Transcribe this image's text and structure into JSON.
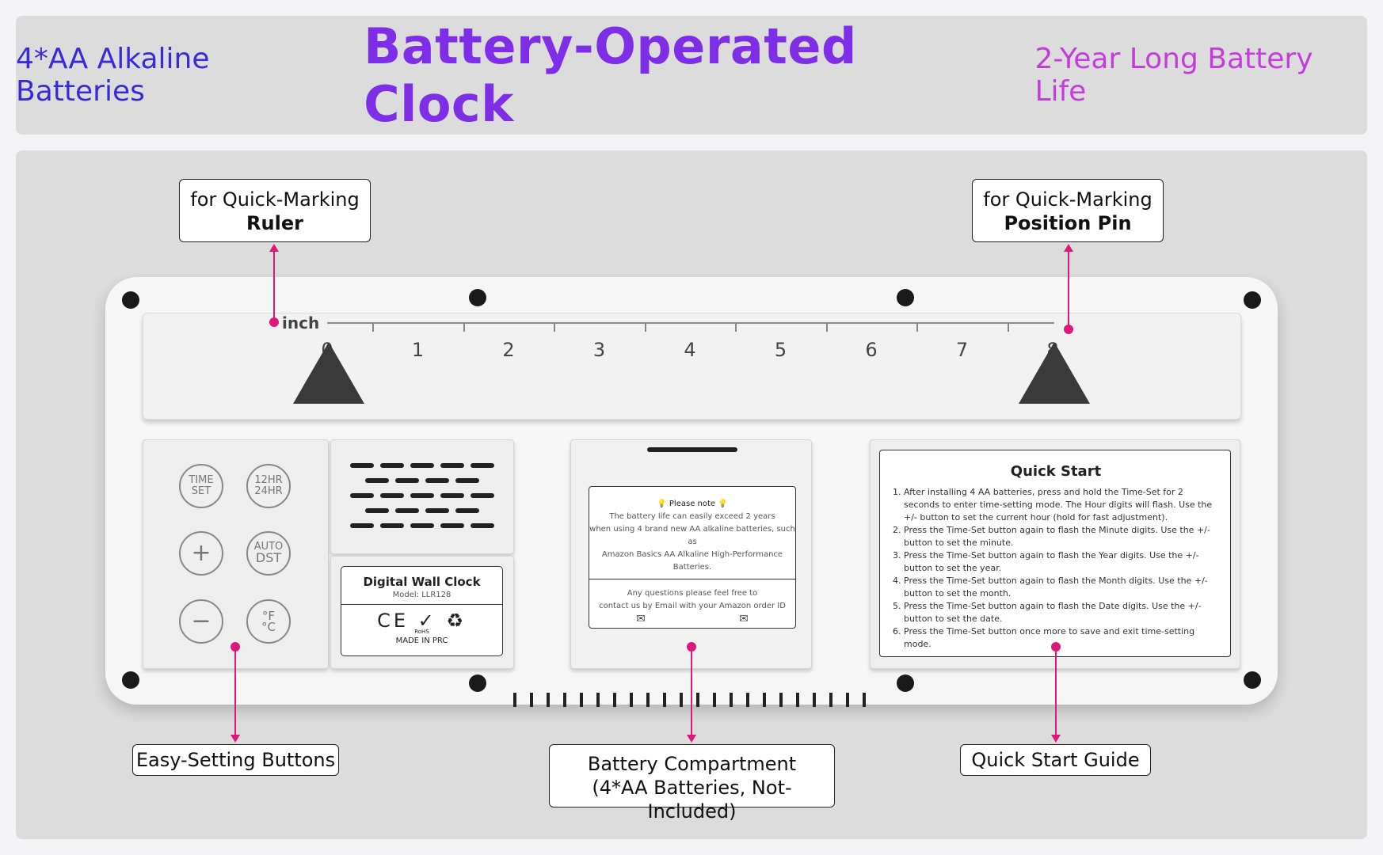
{
  "banner": {
    "left_text": "4*AA Alkaline Batteries",
    "title": "Battery-Operated Clock",
    "right_text": "2-Year Long Battery Life"
  },
  "callouts": {
    "ruler_line1": "for Quick-Marking",
    "ruler_line2": "Ruler",
    "pin_line1": "for Quick-Marking",
    "pin_line2": "Position Pin",
    "buttons": "Easy-Setting Buttons",
    "battery_line1": "Battery Compartment",
    "battery_line2": "(4*AA Batteries, Not-Included)",
    "guide": "Quick Start Guide"
  },
  "ruler": {
    "unit": "inch",
    "labels": [
      "0",
      "1",
      "2",
      "3",
      "4",
      "5",
      "6",
      "7",
      "8"
    ]
  },
  "buttons": {
    "time_set_top": "TIME",
    "time_set_bottom": "SET",
    "hr_top": "12HR",
    "hr_bottom": "24HR",
    "plus": "+",
    "auto_top": "AUTO",
    "auto_bottom": "DST",
    "minus": "−",
    "temp_top": "°F",
    "temp_bottom": "°C"
  },
  "product_label": {
    "name": "Digital Wall Clock",
    "model": "Model: LLR128",
    "marks": "CE ✓ ♻",
    "rohs": "RoHS",
    "made_in": "MADE IN PRC"
  },
  "battery_note": {
    "title": "Please note",
    "line1": "The battery life can easily exceed 2 years",
    "line2": "when using 4 brand new AA alkaline batteries, such as",
    "line3": "Amazon Basics AA Alkaline High-Performance Batteries.",
    "contact1": "Any questions please feel free to",
    "contact2": "contact us by Email with your Amazon order ID"
  },
  "quick_start": {
    "title": "Quick Start",
    "steps": [
      "After installing 4 AA batteries, press and hold the Time-Set for 2 seconds to enter time-setting mode. The Hour digits will flash. Use the +/- button to set the current hour (hold for fast adjustment).",
      "Press the Time-Set button again to flash the Minute digits. Use the +/- button to set the minute.",
      "Press the Time-Set button again to flash the Year digits. Use the +/- button to set the year.",
      "Press the Time-Set button again to flash the Month digits. Use the +/- button to set the month.",
      "Press the Time-Set button again to flash the Date digits. Use the +/- button to set the date.",
      "Press the Time-Set button once more to save and exit time-setting mode."
    ]
  },
  "colors": {
    "banner_left": "#3a2ad6",
    "banner_title": "#7d2ee6",
    "banner_right": "#c43ddc",
    "pointer": "#e0177a"
  }
}
